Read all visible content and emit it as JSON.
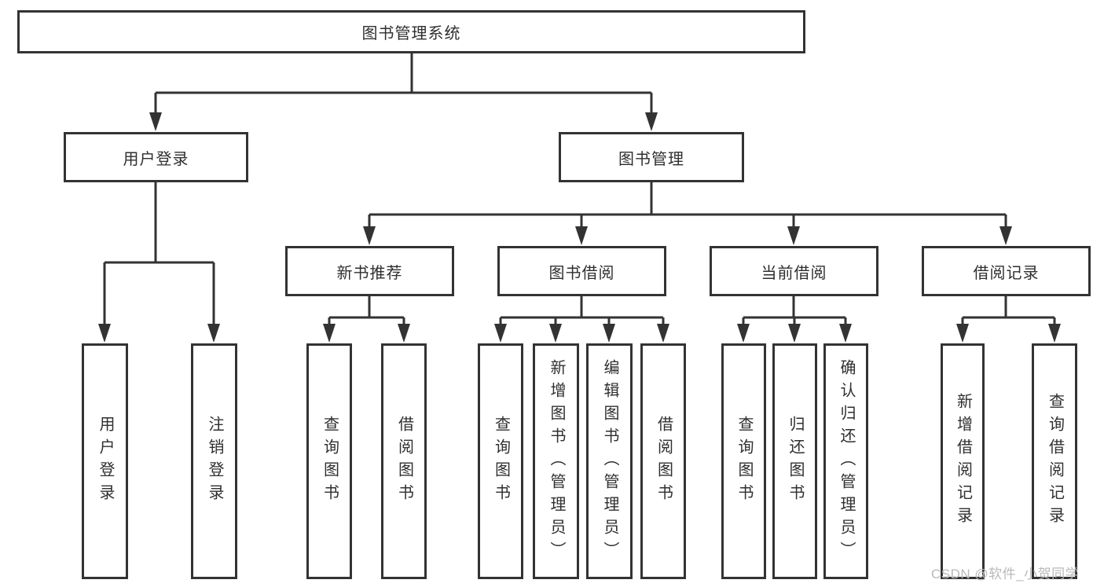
{
  "diagram": {
    "root": {
      "label": "图书管理系统"
    },
    "branches": {
      "user_login": {
        "label": "用户登录",
        "children": {
          "login": {
            "label": "用户登录"
          },
          "logout": {
            "label": "注销登录"
          }
        }
      },
      "book_mgmt": {
        "label": "图书管理",
        "children": {
          "new_books": {
            "label": "新书推荐",
            "children": {
              "query_books": {
                "label": "查询图书"
              },
              "borrow_books": {
                "label": "借阅图书"
              }
            }
          },
          "book_borrow": {
            "label": "图书借阅",
            "children": {
              "query_books": {
                "label": "查询图书"
              },
              "add_books": {
                "label": "新增图书（管理员）"
              },
              "edit_books": {
                "label": "编辑图书（管理员）"
              },
              "borrow_books": {
                "label": "借阅图书"
              }
            }
          },
          "current_borrow": {
            "label": "当前借阅",
            "children": {
              "query_books": {
                "label": "查询图书"
              },
              "return_books": {
                "label": "归还图书"
              },
              "confirm_return": {
                "label": "确认归还（管理员）"
              }
            }
          },
          "borrow_records": {
            "label": "借阅记录",
            "children": {
              "add_record": {
                "label": "新增借阅记录"
              },
              "query_record": {
                "label": "查询借阅记录"
              }
            }
          }
        }
      }
    },
    "colors": {
      "line": "#333333",
      "box_border": "#333333",
      "box_fill": "#ffffff",
      "text": "#2f2f2f",
      "background": "#ffffff"
    }
  },
  "watermark": {
    "text": "CSDN @软件_小贺同学",
    "color": "#b9b9b9"
  }
}
